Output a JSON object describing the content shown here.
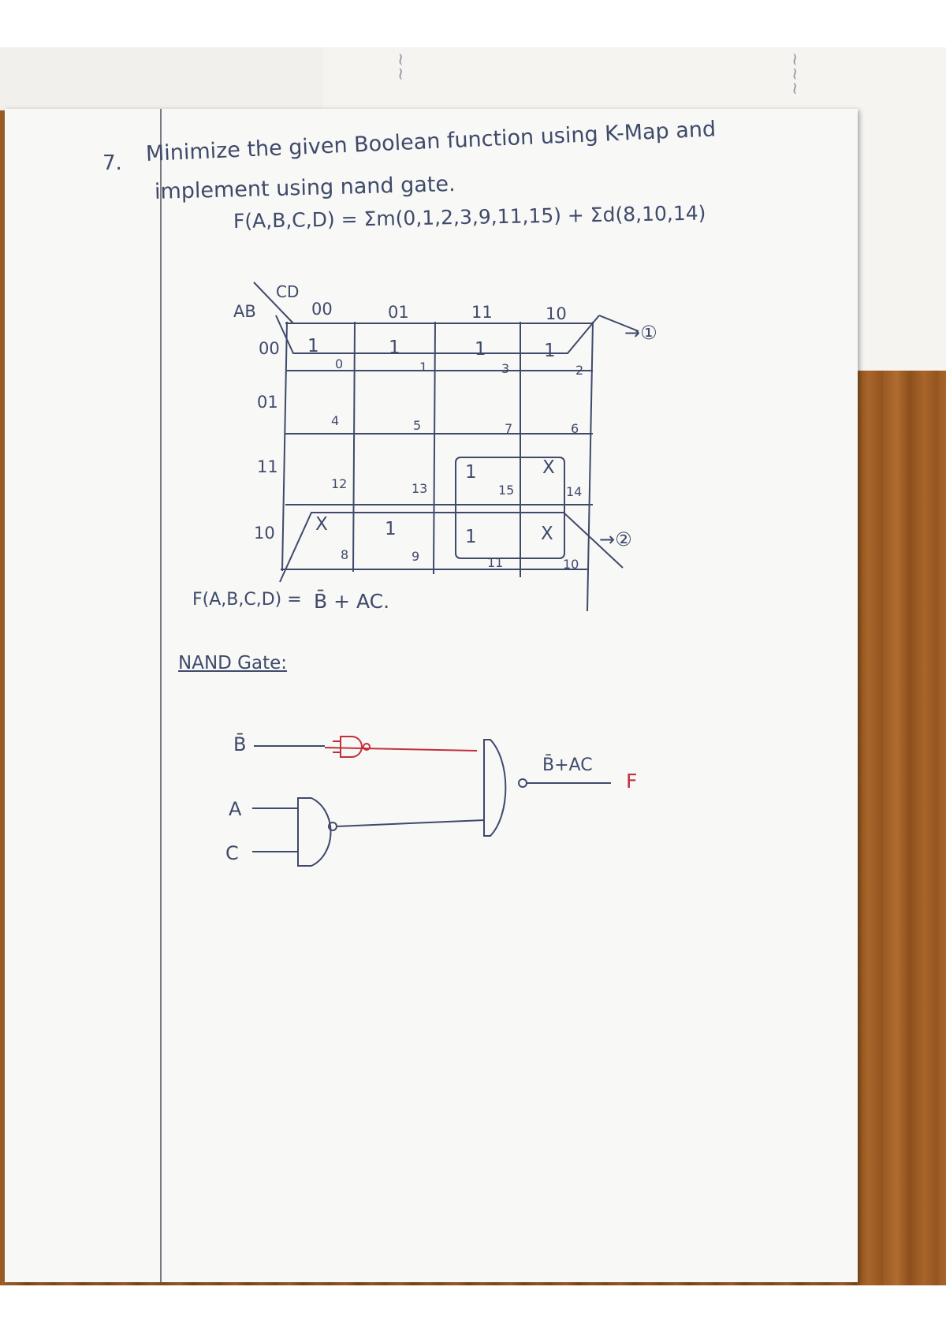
{
  "question": {
    "number": "7.",
    "line1": "Minimize the given Boolean function using K-Map and",
    "line2": "implement using nand gate.",
    "function": "F(A,B,C,D) = Σm(0,1,2,3,9,11,15) + Σd(8,10,14)"
  },
  "kmap": {
    "corner_row": "AB",
    "corner_col": "CD",
    "col_headers": [
      "00",
      "01",
      "11",
      "10"
    ],
    "row_headers": [
      "00",
      "01",
      "11",
      "10"
    ],
    "cells": [
      [
        {
          "v": "1",
          "i": "0"
        },
        {
          "v": "1",
          "i": "1"
        },
        {
          "v": "1",
          "i": "3"
        },
        {
          "v": "1",
          "i": "2"
        }
      ],
      [
        {
          "v": "",
          "i": "4"
        },
        {
          "v": "",
          "i": "5"
        },
        {
          "v": "",
          "i": "7"
        },
        {
          "v": "",
          "i": "6"
        }
      ],
      [
        {
          "v": "",
          "i": "12"
        },
        {
          "v": "",
          "i": "13"
        },
        {
          "v": "1",
          "i": "15"
        },
        {
          "v": "X",
          "i": "14"
        }
      ],
      [
        {
          "v": "X",
          "i": "8"
        },
        {
          "v": "1",
          "i": "9"
        },
        {
          "v": "1",
          "i": "11"
        },
        {
          "v": "X",
          "i": "10"
        }
      ]
    ],
    "group_marks": [
      "→①",
      "→②"
    ]
  },
  "result": {
    "lhs": "F(A,B,C,D) =",
    "rhs": "B̄ + AC."
  },
  "nand": {
    "heading": "NAND Gate:",
    "input_b": "B̄",
    "input_a": "A",
    "input_c": "C",
    "output_expr": "B̄+AC",
    "output_label": "F"
  },
  "colors": {
    "ink": "#3f4a6b",
    "red": "#c0303a",
    "wood": "#a8652b"
  }
}
